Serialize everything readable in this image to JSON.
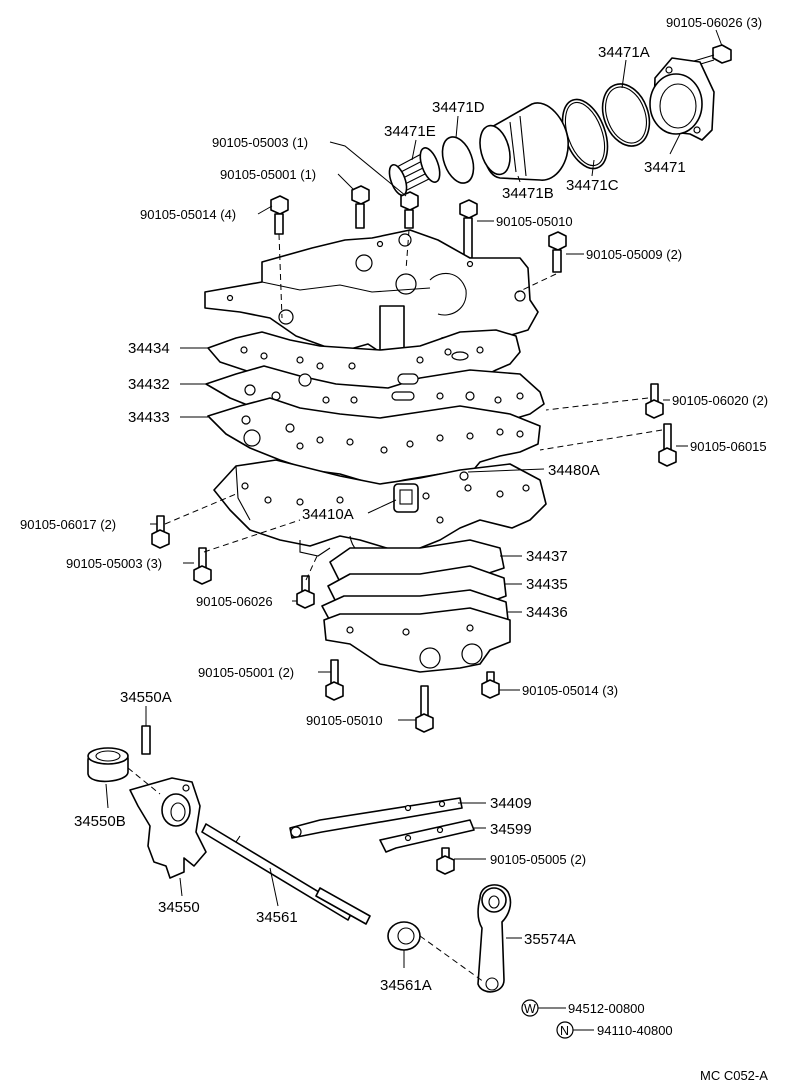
{
  "labels": {
    "p90105_06026_top": "90105-06026 (3)",
    "p34471A": "34471A",
    "p34471D": "34471D",
    "p34471E": "34471E",
    "p34471B": "34471B",
    "p34471C": "34471C",
    "p34471": "34471",
    "p90105_05003_1": "90105-05003 (1)",
    "p90105_05001_1": "90105-05001 (1)",
    "p90105_05014_4": "90105-05014 (4)",
    "p90105_05010_top": "90105-05010",
    "p90105_05009_2": "90105-05009 (2)",
    "p34434": "34434",
    "p34432": "34432",
    "p34433": "34433",
    "p90105_06020_2": "90105-06020 (2)",
    "p90105_06015": "90105-06015",
    "p34480A": "34480A",
    "p34410A": "34410A",
    "p90105_06017_2": "90105-06017 (2)",
    "p90105_05003_3": "90105-05003 (3)",
    "p34437": "34437",
    "p34435": "34435",
    "p90105_06026": "90105-06026",
    "p34436": "34436",
    "p90105_05001_2": "90105-05001 (2)",
    "p90105_05014_3": "90105-05014 (3)",
    "p90105_05010_bottom": "90105-05010",
    "p34550A": "34550A",
    "p34550B": "34550B",
    "p34550": "34550",
    "p34409": "34409",
    "p34599": "34599",
    "p90105_05005_2": "90105-05005 (2)",
    "p34561": "34561",
    "p35574A": "35574A",
    "p34561A": "34561A",
    "p94512_00800": "94512-00800",
    "p94110_40800": "94110-40800",
    "symW": "W",
    "symN": "N",
    "drawing_code": "MC C052-A"
  }
}
